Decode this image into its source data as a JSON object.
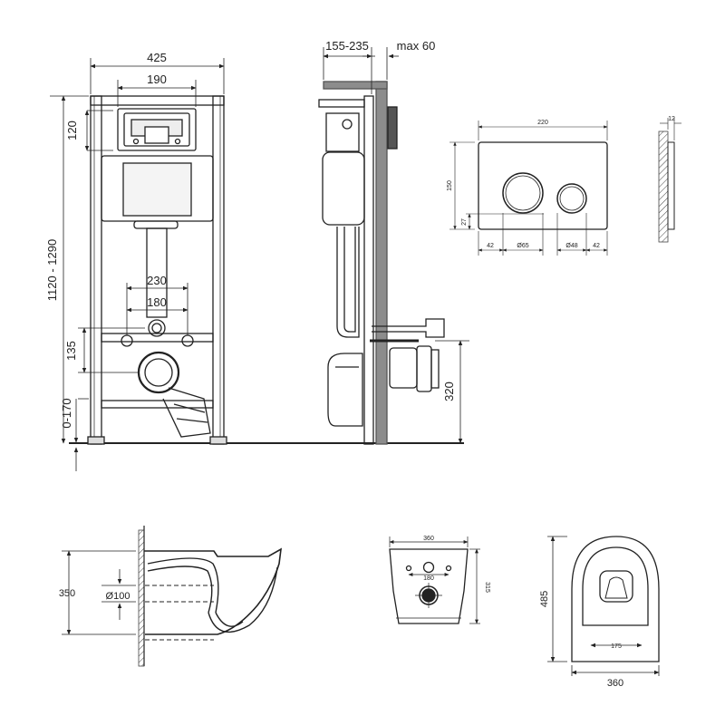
{
  "installation": {
    "front_dims": {
      "frame_width": "425",
      "plate_width": "190",
      "plate_height": "120",
      "total_height": "1120 - 1290",
      "stud_spacing_outer": "230",
      "stud_spacing_inner": "180",
      "outlet_height": "135",
      "leg_adjust": "0-170"
    },
    "side_dims": {
      "install_depth": "155-235",
      "max_wall": "max 60",
      "pipe_height": "320"
    }
  },
  "flush_plate": {
    "width": "220",
    "height": "150",
    "bottom_offset": "27",
    "margin_left": "42",
    "big_button": "Ø65",
    "small_button": "Ø48",
    "margin_right": "42",
    "thickness": "12"
  },
  "toilet": {
    "side": {
      "height": "350",
      "outlet": "Ø100"
    },
    "back": {
      "width": "360",
      "bolt_spacing": "180",
      "height": "315"
    },
    "top": {
      "length": "485",
      "seat_opening": "175",
      "width": "360"
    }
  }
}
